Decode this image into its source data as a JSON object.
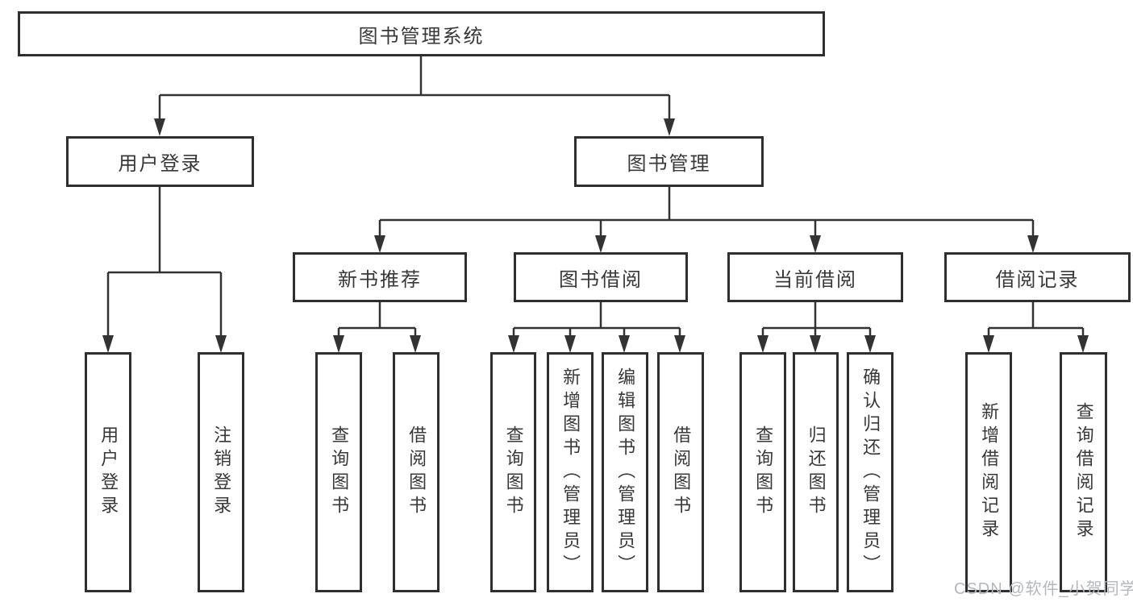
{
  "nodes": {
    "root": "图书管理系统",
    "level2": [
      {
        "label": "用户登录",
        "leaves": [
          "用户登录",
          "注销登录"
        ]
      },
      {
        "label": "图书管理"
      }
    ],
    "level3": [
      {
        "label": "新书推荐",
        "leaves": [
          "查询图书",
          "借阅图书"
        ]
      },
      {
        "label": "图书借阅",
        "leaves": [
          "查询图书",
          "新增图书（管理员）",
          "编辑图书（管理员）",
          "借阅图书"
        ]
      },
      {
        "label": "当前借阅",
        "leaves": [
          "查询图书",
          "归还图书",
          "确认归还（管理员）"
        ]
      },
      {
        "label": "借阅记录",
        "leaves": [
          "新增借阅记录",
          "查询借阅记录"
        ]
      }
    ]
  },
  "watermark": "CSDN @软件_小贺同学",
  "colors": {
    "line": "#333333",
    "border": "#2f2f2f",
    "text": "#383838",
    "box_fill": "#ffffff",
    "watermark": "#b4b7bc",
    "background": "#ffffff"
  }
}
